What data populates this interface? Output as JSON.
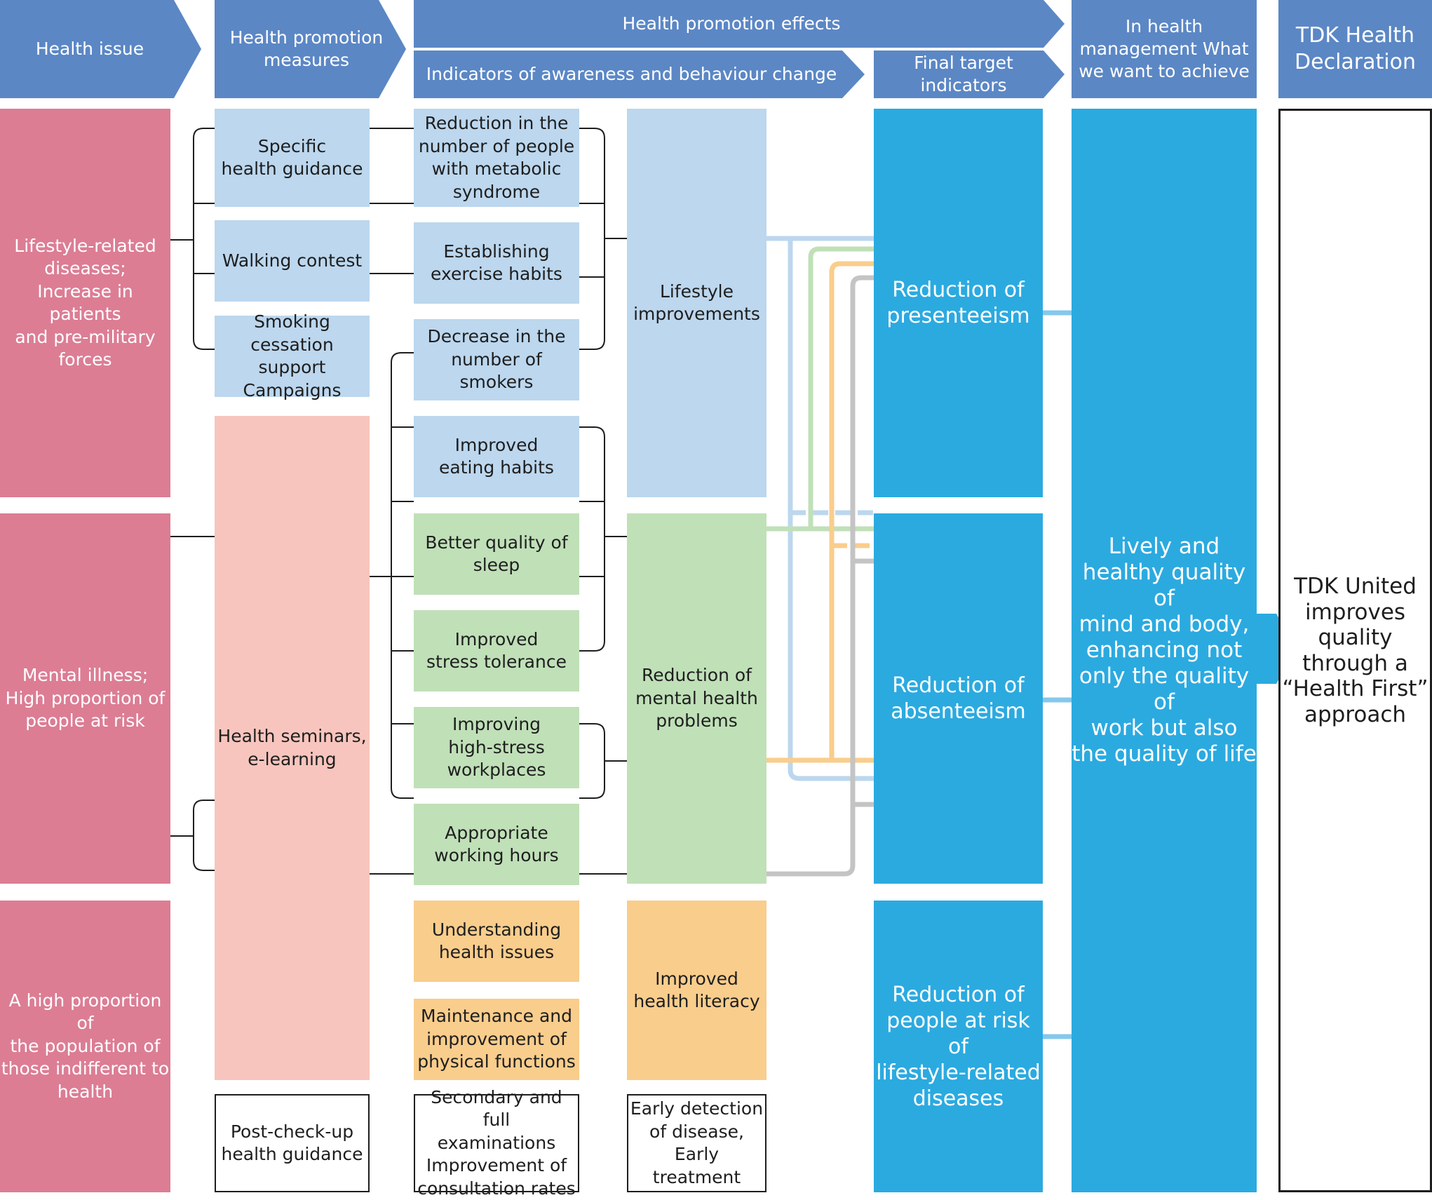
{
  "headers": {
    "health_issue": "Health issue",
    "measures": "Health promotion\nmeasures",
    "effects": "Health promotion effects",
    "indicators": "Indicators of awareness and behaviour change",
    "final_target": "Final target\nindicators",
    "achieve": "In health\nmanagement What\nwe want to achieve",
    "declaration": "TDK Health\nDeclaration"
  },
  "issues": {
    "lifestyle": "Lifestyle-related\ndiseases;\nIncrease in patients\nand pre-military\nforces",
    "mental": "Mental illness;\nHigh proportion of\npeople at risk",
    "indifferent": "A high proportion of\nthe population of\nthose indifferent to\nhealth"
  },
  "measures": {
    "specific_guidance": "Specific\nhealth guidance",
    "walking": "Walking contest",
    "smoking": "Smoking cessation\nsupport\nCampaigns",
    "seminars": "Health seminars,\ne-learning",
    "post_checkup": "Post-check-up\nhealth guidance"
  },
  "indicators": {
    "metabolic": "Reduction in the\nnumber of people\nwith metabolic\nsyndrome",
    "exercise": "Establishing\nexercise habits",
    "smokers": "Decrease in the\nnumber of smokers",
    "eating": "Improved\neating habits",
    "sleep": "Better quality of\nsleep",
    "stress": "Improved\nstress tolerance",
    "workplaces": "Improving\nhigh-stress\nworkplaces",
    "hours": "Appropriate\nworking hours",
    "understanding": "Understanding\nhealth issues",
    "physical": "Maintenance and\nimprovement of\nphysical functions",
    "examinations": "Secondary and full\nexaminations\nImprovement of\nconsultation rates"
  },
  "groups": {
    "lifestyle_improvements": "Lifestyle\nimprovements",
    "mental_problems": "Reduction of\nmental health\nproblems",
    "literacy": "Improved\nhealth literacy",
    "early_detection": "Early detection\nof disease,\nEarly treatment"
  },
  "final_targets": {
    "presenteeism": "Reduction of\npresenteeism",
    "absenteeism": "Reduction of\nabsenteeism",
    "at_risk": "Reduction of\npeople at risk of\nlifestyle-related\ndiseases"
  },
  "achieve_text": "Lively and\nhealthy quality of\nmind and body,\nenhancing not\nonly the quality of\nwork but also\nthe quality of life",
  "declaration_text": "TDK United\nimproves\nquality\nthrough a\n“Health First”\napproach",
  "colors": {
    "header_blue": "#5b87c5",
    "issue_pink": "#dc7d94",
    "measure_light_blue": "#bcd7ee",
    "seminar_pink": "#f7c5bd",
    "lifestyle_green": "#c0e0b8",
    "literacy_orange": "#f9cd8c",
    "target_cyan": "#2baae0",
    "connector_gray": "#c4c4c4",
    "bracket_black": "#1e1e1e"
  }
}
